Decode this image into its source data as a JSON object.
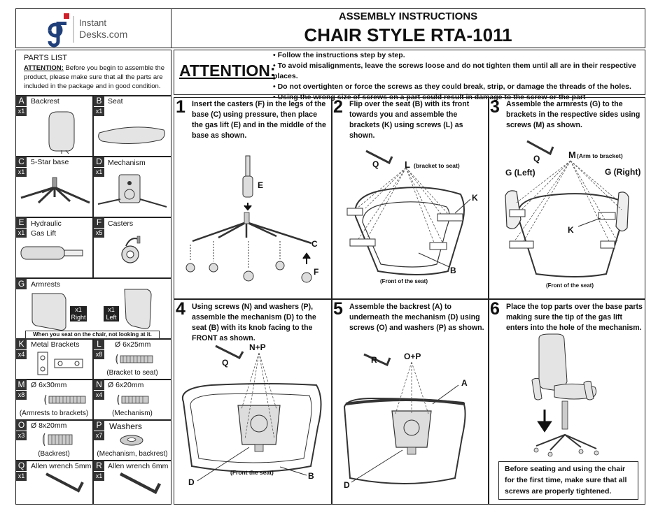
{
  "logo": {
    "line1": "Instant",
    "line2": "Desks.com"
  },
  "header": {
    "subtitle": "ASSEMBLY INSTRUCTIONS",
    "title": "CHAIR STYLE RTA-1011"
  },
  "attention": {
    "label": "ATTENTION:",
    "bullets": [
      "• Follow the instructions step by step.",
      "• To avoid misalignments, leave the screws loose and do not tighten them until all are in their respective places.",
      "• Do not overtighten or force the screws as they could break, strip, or damage the threads of the holes.",
      "• Using the wrong size of screws on a part could result in damage to the screw or the part"
    ]
  },
  "parts_list": {
    "title": "PARTS LIST",
    "attention_label": "ATTENTION:",
    "attention_text": " Before you begin to assemble the product, please make sure that all the parts are included in the package and in good condition.",
    "parts": [
      {
        "letter": "A",
        "qty": "x1",
        "name": "Backrest",
        "caption": ""
      },
      {
        "letter": "B",
        "qty": "x1",
        "name": "Seat",
        "caption": ""
      },
      {
        "letter": "C",
        "qty": "x1",
        "name": "5-Star base",
        "caption": ""
      },
      {
        "letter": "D",
        "qty": "x1",
        "name": "Mechanism",
        "caption": ""
      },
      {
        "letter": "E",
        "qty": "x1",
        "name": "Hydraulic",
        "name2": "Gas Lift",
        "caption": ""
      },
      {
        "letter": "F",
        "qty": "x5",
        "name": "Casters",
        "caption": ""
      },
      {
        "letter": "G",
        "qty": "",
        "name": "Armrests",
        "caption": ""
      },
      {
        "letter": "K",
        "qty": "x4",
        "name": "Metal Brackets",
        "caption": ""
      },
      {
        "letter": "L",
        "qty": "x8",
        "name": "Ø 6x25mm",
        "caption": "(Bracket to seat)"
      },
      {
        "letter": "M",
        "qty": "x8",
        "name": "Ø 6x30mm",
        "caption": "(Armrests to brackets)"
      },
      {
        "letter": "N",
        "qty": "x4",
        "name": "Ø 6x20mm",
        "caption": "(Mechanism)"
      },
      {
        "letter": "O",
        "qty": "x3",
        "name": "Ø 8x20mm",
        "caption": "(Backrest)"
      },
      {
        "letter": "P",
        "qty": "x7",
        "name": "Washers",
        "caption": "(Mechanism, backrest)"
      },
      {
        "letter": "Q",
        "qty": "x1",
        "name": "Allen wrench 5mm",
        "caption": ""
      },
      {
        "letter": "R",
        "qty": "x1",
        "name": "Allen wrench 6mm",
        "caption": ""
      }
    ],
    "armrest_right": [
      "x1",
      "Right"
    ],
    "armrest_left": [
      "x1",
      "Left"
    ],
    "armrest_note": "When you seat on the chair, not looking at it."
  },
  "steps": [
    {
      "num": "1",
      "text": "Insert the casters (F) in the legs of the base (C) using pressure, then place the gas lift (E) and in the middle of the base as shown.",
      "labels": [
        "E",
        "C",
        "F"
      ]
    },
    {
      "num": "2",
      "text": "Flip over the seat (B) with its front towards you and assemble the brackets (K) using screws (L) as shown.",
      "labels": [
        "Q",
        "L",
        "(bracket to seat)",
        "K",
        "B",
        "(Front of the seat)"
      ]
    },
    {
      "num": "3",
      "text": "Assemble the armrests (G) to the brackets in the respective sides using screws (M) as shown.",
      "labels": [
        "Q",
        "M",
        "(Arm to bracket)",
        "G (Left)",
        "G (Right)",
        "K",
        "(Front of the seat)"
      ]
    },
    {
      "num": "4",
      "text": "Using screws (N) and washers (P), assemble the mechanism (D) to the seat (B) with its knob facing to the FRONT as shown.",
      "labels": [
        "Q",
        "N+P",
        "D",
        "(Front the seat)",
        "B"
      ]
    },
    {
      "num": "5",
      "text": "Assemble the backrest (A) to underneath the mechanism (D) using screws (O) and washers (P) as shown.",
      "labels": [
        "R",
        "O+P",
        "A",
        "D"
      ]
    },
    {
      "num": "6",
      "text": "Place the top parts over the base parts making sure the tip of the gas lift enters into the hole of the mechanism.",
      "note": "Before seating and using the chair for the first time, make sure that all screws are properly tightened."
    }
  ],
  "colors": {
    "logo_blue": "#1f3f7a",
    "logo_red": "#d0202a",
    "ink": "#111111"
  }
}
